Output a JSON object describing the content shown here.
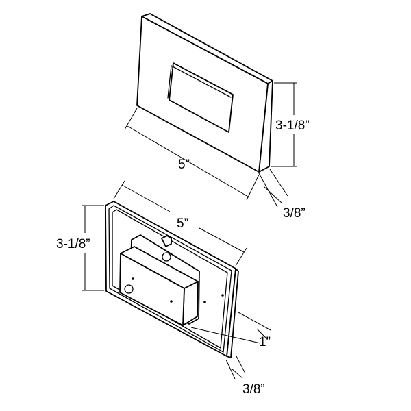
{
  "top_view": {
    "width_label": "5”",
    "height_label": "3-1/8”",
    "depth_label": "3/8”"
  },
  "bottom_view": {
    "width_label": "5”",
    "height_label": "3-1/8”",
    "box_depth_label": "1”",
    "depth_label": "3/8”"
  }
}
